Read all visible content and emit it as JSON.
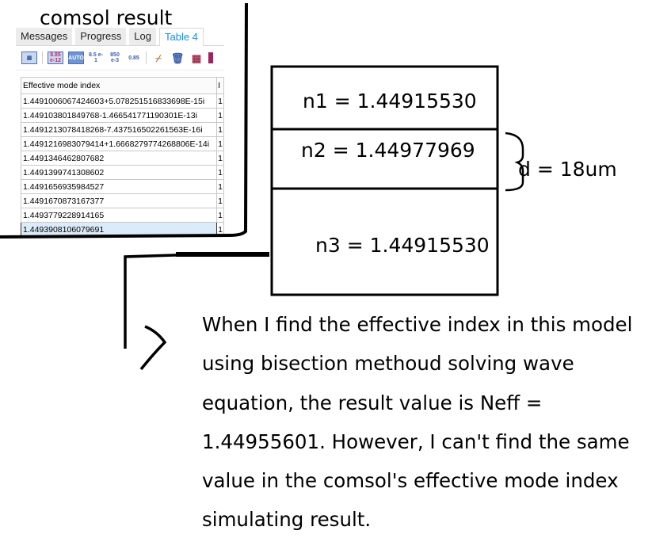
{
  "title": "comsol result",
  "panel": {
    "tabs": [
      "Messages",
      "Progress",
      "Log",
      "Table 4"
    ],
    "toolbar": [
      "8.85 e-12",
      "AUTO",
      "8.5 e-1",
      "850 e-3",
      "0.85"
    ],
    "column_header": "Effective mode index",
    "second_column_header": "I",
    "rows": [
      "1.4491006067424603+5.078251516833698E-15i",
      "1.449103801849768-1.466541771190301E-13i",
      "1.4491213078418268-7.437516502261563E-16i",
      "1.4491216983079414+1.6668279774268806E-14i",
      "1.4491346462807682",
      "1.4491399741308602",
      "1.4491656935984527",
      "1.4491670873167377",
      "1.4493779228914165",
      "1.4493908106079691"
    ],
    "second_column_value": "1"
  },
  "diagram": {
    "n1": "n1 = 1.44915530",
    "n2": "n2 = 1.44977969",
    "n3": "n3 = 1.44915530",
    "d": "d = 18um"
  },
  "note": "When I find the effective index in this model using bisection methoud solving wave equation, the result value is Neff = 1.44955601. However, I can't find the same value in the comsol's effective mode index simulating result."
}
